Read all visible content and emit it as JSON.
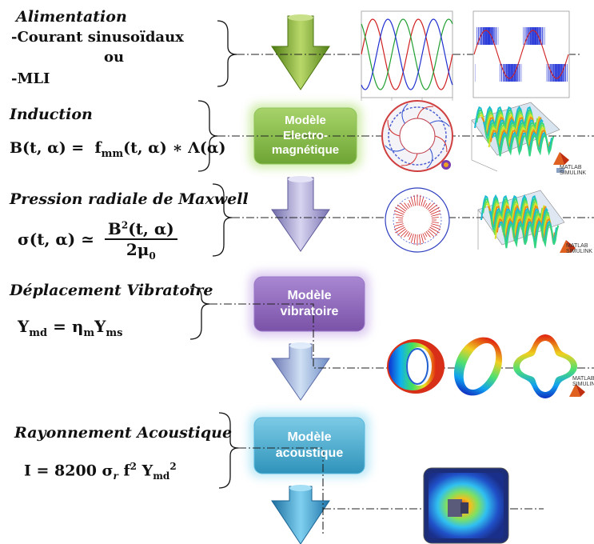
{
  "steps": {
    "alimentation": {
      "title": "Alimentation",
      "line1": "-Courant sinusoïdaux",
      "line2": "ou",
      "line3": "-MLI"
    },
    "induction": {
      "title": "Induction",
      "formula": "B(t, α) =  f_mm(t, α) ∗ Λ(α)"
    },
    "pression": {
      "title": "Pression radiale de Maxwell",
      "lhs": "σ(t, α) ≃",
      "numerator": "B²(t, α)",
      "denominator": "2μ₀"
    },
    "deplacement": {
      "title": "Déplacement Vibratoire",
      "formula": "Y_md = η_m Y_ms"
    },
    "rayonnement": {
      "title": "Rayonnement Acoustique",
      "formula": "I = 8200 σ_r f² Y_md²"
    }
  },
  "models": {
    "electromagnetique": [
      "Modèle",
      "Electro-",
      "magnétique"
    ],
    "vibratoire": [
      "Modèle",
      "vibratoire"
    ],
    "acoustique": [
      "Modèle",
      "acoustique"
    ]
  },
  "matlab_badge": {
    "line1": "MATLAB",
    "line2": "SIMULINK"
  },
  "colors": {
    "arrow_green": "#7fa32a",
    "arrow_lavender": "#9a8fc7",
    "arrow_lightblue": "#9fbfe0",
    "arrow_teal": "#2e95c4",
    "box_green": "#7db342",
    "box_purple": "#8b63b8",
    "box_teal": "#3fa3c6"
  }
}
